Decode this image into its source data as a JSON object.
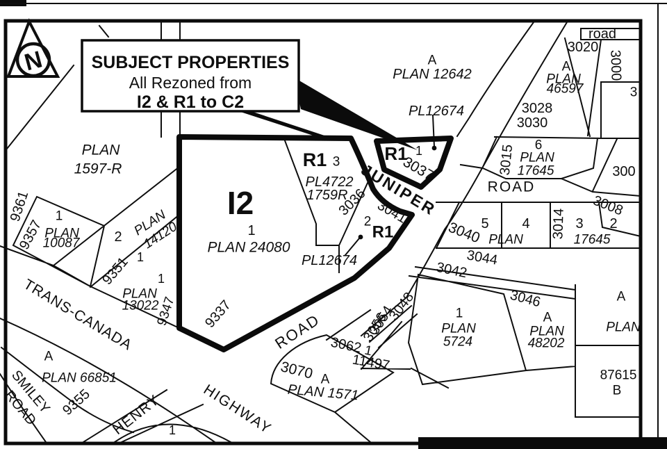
{
  "colors": {
    "ink": "#0e0e0e",
    "paper": "#ffffff"
  },
  "title_box": {
    "line1": "SUBJECT  PROPERTIES",
    "line2": "All Rezoned from",
    "line3": "I2 & R1 to C2"
  },
  "north_arrow": {
    "letter": "N"
  },
  "zones": {
    "i2": "I2",
    "r1_mid": "R1",
    "r1_mid_lot": "3",
    "r1_se": "R1",
    "r1_se_lot": "2",
    "r1_ne": "R1",
    "r1_ne_lot": "1"
  },
  "roads": {
    "juniper": "JUNIPER",
    "juniper_road_east": "ROAD",
    "road_top": "road",
    "road_sw": "ROAD",
    "trans_canada": "TRANS-CANADA",
    "highway": "HIGHWAY",
    "henry": "HENRY",
    "smiley": "SMILEY",
    "smiley_road": "ROAD"
  },
  "parcels": {
    "plan1597_1": "PLAN",
    "plan1597_2": "1597-R",
    "s9361": "9361",
    "s9357": "9357",
    "lot1_10087": "1",
    "plan10087_1": "PLAN",
    "plan10087_2": "10087",
    "lot2_14120": "2",
    "plan14120_1": "PLAN",
    "plan14120_2": "14120",
    "s9351": "9351",
    "lot1_mid": "1",
    "lot1_13022": "1",
    "plan13022_1": "PLAN",
    "plan13022_2": "13022",
    "s9347": "9347",
    "s9337": "9337",
    "lot1_24080": "1",
    "plan24080": "PLAN  24080",
    "pl4722": "PL4722",
    "pl1759r": "1759R",
    "s3036": "3036",
    "s3041": "3041",
    "pl12674_s": "PL12674",
    "pl12674_n": "PL12674",
    "s3037": "3037",
    "a_12642": "A",
    "plan12642": "PLAN  12642",
    "s3020": "3020",
    "s3000": "3000",
    "a_46597": "A",
    "plan46597_1": "PLAN",
    "plan46597_2": "46597",
    "s3028": "3028",
    "s3030": "3030",
    "s3015": "3015",
    "lot6": "6",
    "plan17645_1": "PLAN",
    "plan17645_2": "17645",
    "s300": "300",
    "s3_clip": "3",
    "s3040": "3040",
    "lot5": "5",
    "lot4": "4",
    "plan_row": "PLAN",
    "s3014": "3014",
    "lot3_row": "3",
    "s17645_row": "17645",
    "lot2_row": "2",
    "s3008": "3008",
    "s3044": "3044",
    "s3042": "3042",
    "s3046": "3046",
    "lot1_5724": "1",
    "plan5724_1": "PLAN",
    "plan5724_2": "5724",
    "a_48202": "A",
    "plan48202_1": "PLAN",
    "plan48202_2": "48202",
    "a_right": "A",
    "plan_right": "PLAN",
    "s87615": "87615",
    "b_87615": "B",
    "s3048": "3048",
    "s3054": "3054",
    "s3056": "3056",
    "s3062": "3062",
    "lot1_11497": "1",
    "s11497": "11497",
    "s3070": "3070",
    "a_1571": "A",
    "plan1571": "PLAN  1571",
    "a_66851": "A",
    "plan66851": "PLAN  66851",
    "s9355": "9355",
    "lot1_henry": "1"
  }
}
